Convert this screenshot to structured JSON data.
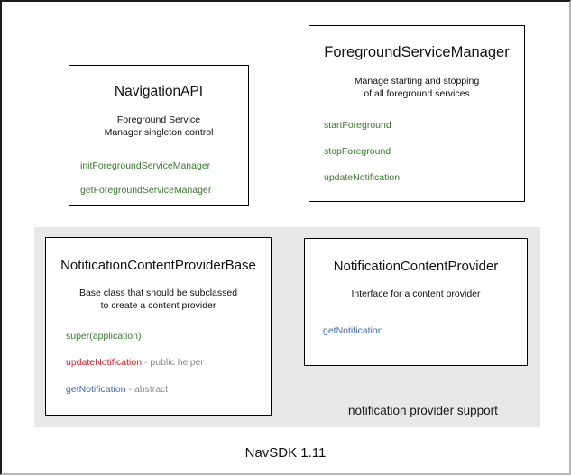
{
  "diagram": {
    "footer_caption": "NavSDK 1.11",
    "groups": [
      {
        "id": "notification-provider-support",
        "label": "notification provider support",
        "background_color": "#e8e8e8"
      }
    ],
    "colors": {
      "member_green": "#3a7a30",
      "member_red": "#cc2127",
      "member_blue": "#3b6cb5",
      "member_note_gray": "#8a8a8a",
      "box_border": "#000000",
      "group_background": "#e8e8e8",
      "text": "#111111"
    },
    "boxes": [
      {
        "id": "navigation-api",
        "title": "NavigationAPI",
        "description_lines": [
          "Foreground Service",
          "Manager singleton control"
        ],
        "members": [
          {
            "name": "initForegroundServiceManager",
            "note": "",
            "color": "green"
          },
          {
            "name": "getForegroundServiceManager",
            "note": "",
            "color": "green"
          }
        ]
      },
      {
        "id": "foreground-service-manager",
        "title": "ForegroundServiceManager",
        "description_lines": [
          "Manage starting and stopping",
          "of all foreground services"
        ],
        "members": [
          {
            "name": "startForeground",
            "note": "",
            "color": "green"
          },
          {
            "name": "stopForeground",
            "note": "",
            "color": "green"
          },
          {
            "name": "updateNotification",
            "note": "",
            "color": "green"
          }
        ]
      },
      {
        "id": "notification-content-provider-base",
        "title": "NotificationContentProviderBase",
        "description_lines": [
          "Base class that should be subclassed",
          "to create a content provider"
        ],
        "members": [
          {
            "name": "super(application)",
            "note": "",
            "color": "green"
          },
          {
            "name": "updateNotification",
            "note": " - public helper",
            "color": "red"
          },
          {
            "name": "getNotification",
            "note": " - abstract",
            "color": "blue"
          }
        ]
      },
      {
        "id": "notification-content-provider",
        "title": "NotificationContentProvider",
        "description_lines": [
          "Interface for a content provider"
        ],
        "members": [
          {
            "name": "getNotification",
            "note": "",
            "color": "blue"
          }
        ]
      }
    ]
  }
}
